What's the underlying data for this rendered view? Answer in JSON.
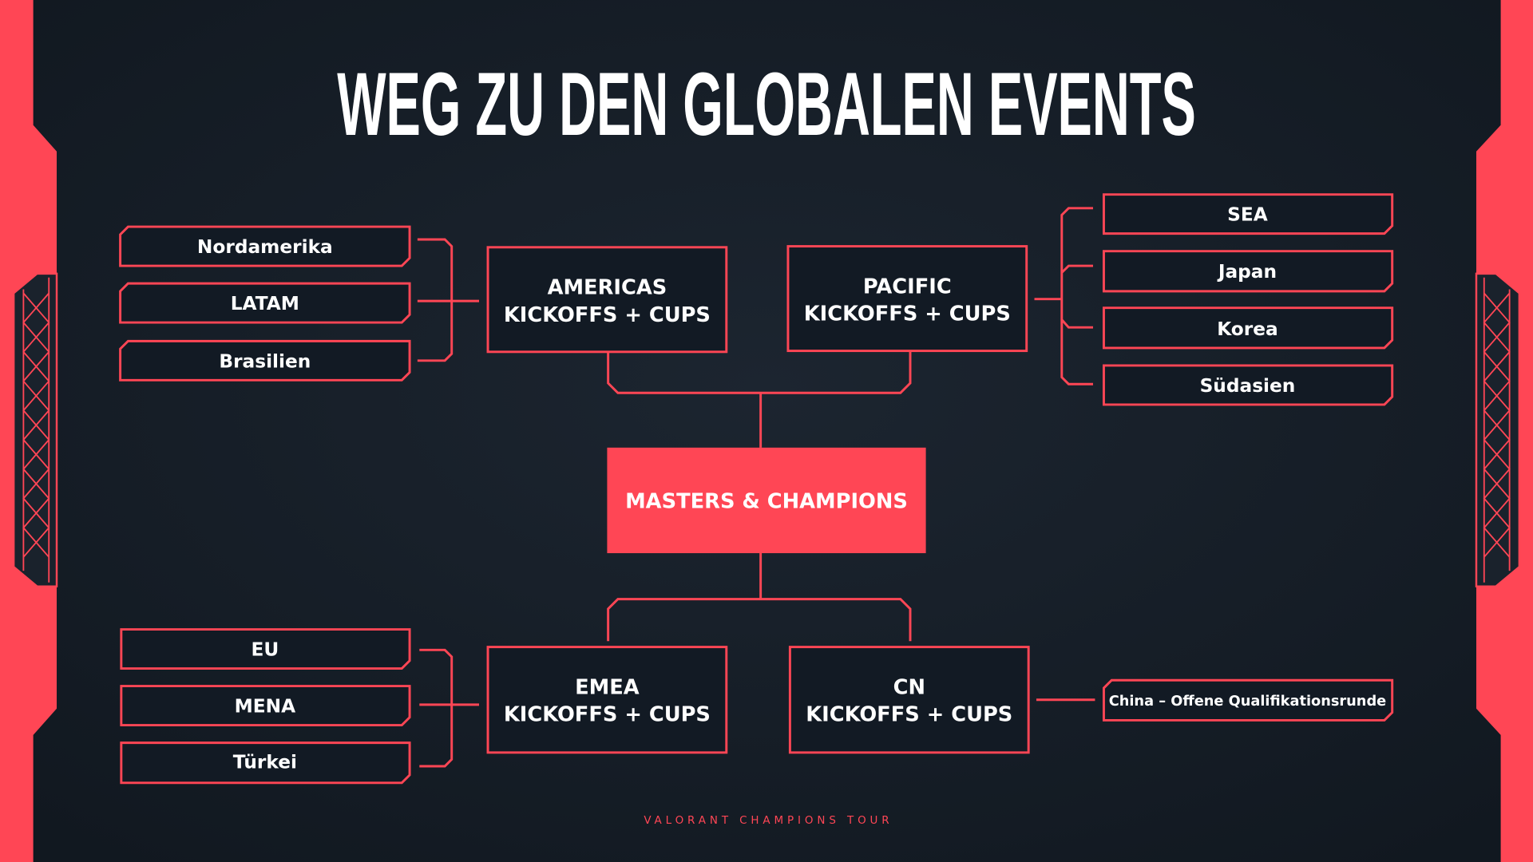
{
  "title": "WEG ZU DEN GLOBALEN EVENTS",
  "center": "MASTERS & CHAMPIONS",
  "americas": {
    "line1": "AMERICAS",
    "line2": "KICKOFFS + CUPS",
    "regions": [
      "Nordamerika",
      "LATAM",
      "Brasilien"
    ]
  },
  "pacific": {
    "line1": "PACIFIC",
    "line2": "KICKOFFS + CUPS",
    "regions": [
      "SEA",
      "Japan",
      "Korea",
      "Südasien"
    ]
  },
  "emea": {
    "line1": "EMEA",
    "line2": "KICKOFFS + CUPS",
    "regions": [
      "EU",
      "MENA",
      "Türkei"
    ]
  },
  "cn": {
    "line1": "CN",
    "line2": "KICKOFFS + CUPS",
    "regions": [
      "China – Offene Qualifikationsrunde"
    ]
  },
  "footer": "VALORANT CHAMPIONS TOUR",
  "colors": {
    "accent": "#ff4655",
    "background": "#131b25",
    "box": "#121a24"
  }
}
